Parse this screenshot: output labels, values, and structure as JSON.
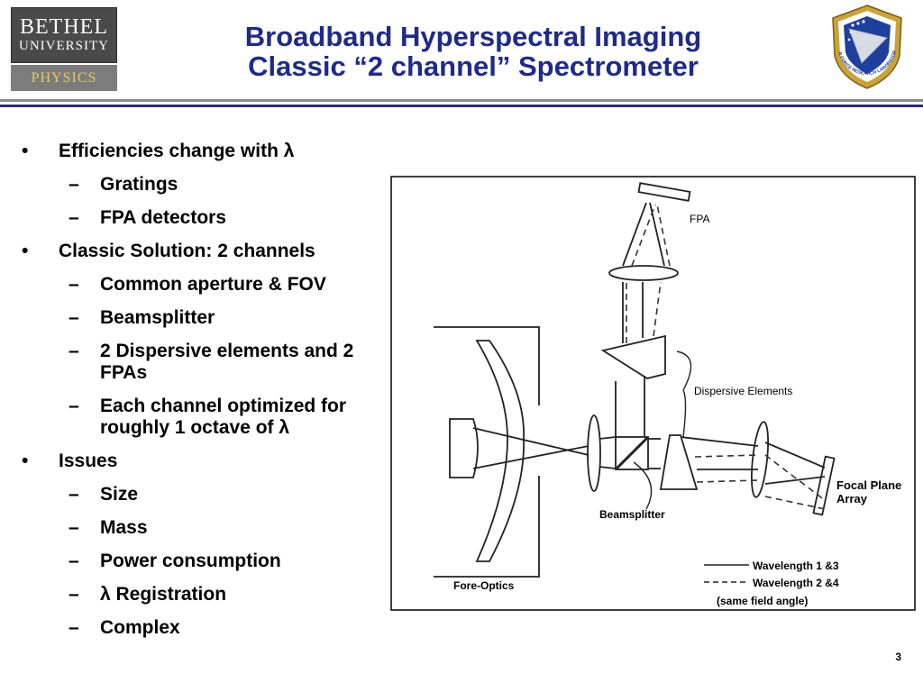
{
  "header": {
    "logo": {
      "line1": "BETHEL",
      "line2": "UNIVERSITY",
      "line3": "PHYSICS"
    },
    "title_line1": "Broadband Hyperspectral Imaging",
    "title_line2": "Classic “2 channel” Spectrometer",
    "seal_text": "AIR FORCE RESEARCH LABORATORY"
  },
  "bullets": [
    {
      "level": 1,
      "marker": "•",
      "text": "Efficiencies change with λ"
    },
    {
      "level": 2,
      "marker": "–",
      "text": "Gratings"
    },
    {
      "level": 2,
      "marker": "–",
      "text": "FPA detectors"
    },
    {
      "level": 1,
      "marker": "•",
      "text": "Classic Solution: 2 channels"
    },
    {
      "level": 2,
      "marker": "–",
      "text": "Common aperture & FOV"
    },
    {
      "level": 2,
      "marker": "–",
      "text": "Beamsplitter"
    },
    {
      "level": 2,
      "marker": "–",
      "text": "2 Dispersive elements and 2 FPAs"
    },
    {
      "level": 2,
      "marker": "–",
      "text": "Each channel optimized for roughly 1 octave of λ"
    },
    {
      "level": 1,
      "marker": "•",
      "text": "Issues"
    },
    {
      "level": 2,
      "marker": "–",
      "text": "Size"
    },
    {
      "level": 2,
      "marker": "–",
      "text": "Mass"
    },
    {
      "level": 2,
      "marker": "–",
      "text": "Power consumption"
    },
    {
      "level": 2,
      "marker": "–",
      "text": "λ Registration"
    },
    {
      "level": 2,
      "marker": "–",
      "text": "Complex"
    }
  ],
  "diagram": {
    "labels": {
      "fpa": "FPA",
      "dispersive": "Dispersive Elements",
      "focal_plane_1": "Focal Plane",
      "focal_plane_2": "Array",
      "beamsplitter": "Beamsplitter",
      "fore_optics": "Fore-Optics",
      "wavelength_13": "Wavelength 1 &3",
      "wavelength_24": "Wavelength 2 &4",
      "field_angle": "(same field angle)"
    }
  },
  "footer": {
    "page_number": "3"
  },
  "colors": {
    "title": "#1f2a8a",
    "rule_gray": "#8a8a8a",
    "rule_navy": "#2c2c74",
    "logo_gold": "#e8c66a",
    "seal_gold": "#c9a33a",
    "seal_blue": "#1f3f9c"
  }
}
